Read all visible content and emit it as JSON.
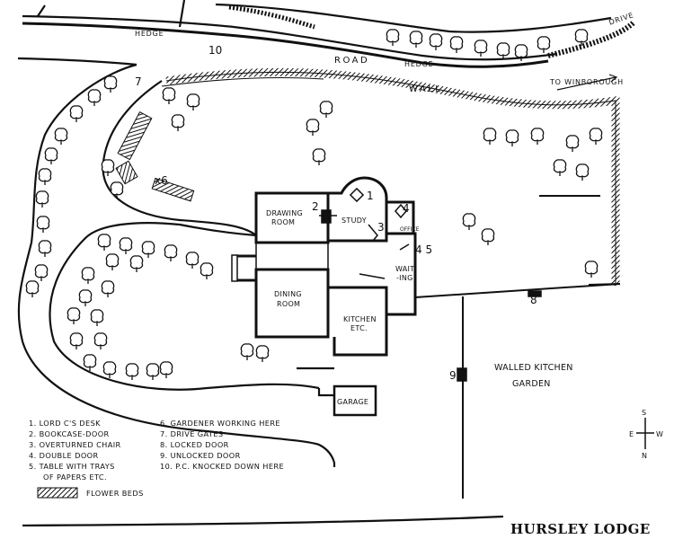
{
  "map": {
    "title": "HURSLEY LODGE",
    "labels": {
      "hedge_left": "HEDGE",
      "road": "ROAD",
      "hedge_right": "HEDGE",
      "wall": "WALL",
      "drive": "DRIVE",
      "to_winborough": "TO WINBOROUGH",
      "x6": "x6",
      "num7": "7",
      "num10": "10",
      "num8": "8",
      "num9": "9",
      "num1": "1",
      "num2": "2",
      "num3": "3",
      "num4": "4",
      "num45": "4 5"
    },
    "rooms": {
      "drawing_room_1": "DRAWING",
      "drawing_room_2": "ROOM",
      "study": "STUDY",
      "office": "OFFICE",
      "waiting_1": "WAIT-",
      "waiting_2": "-ING",
      "dining_room_1": "DINING",
      "dining_room_2": "ROOM",
      "kitchen_1": "KITCHEN",
      "kitchen_2": "ETC.",
      "garage": "GARAGE",
      "walled_garden_1": "WALLED KITCHEN",
      "walled_garden_2": "GARDEN"
    },
    "compass": {
      "s": "S",
      "e": "E",
      "w": "W",
      "n": "N"
    },
    "legend": [
      "1. LORD C'S DESK",
      "2. BOOKCASE-DOOR",
      "3. OVERTURNED CHAIR",
      "4. DOUBLE DOOR",
      "5. TABLE WITH TRAYS",
      "OF PAPERS ETC.",
      "6. GARDENER WORKING HERE",
      "7. DRIVE GATES",
      "8. LOCKED DOOR",
      "9. UNLOCKED DOOR",
      "10. P.C. KNOCKED DOWN HERE"
    ],
    "flower_beds_label": "FLOWER BEDS"
  }
}
